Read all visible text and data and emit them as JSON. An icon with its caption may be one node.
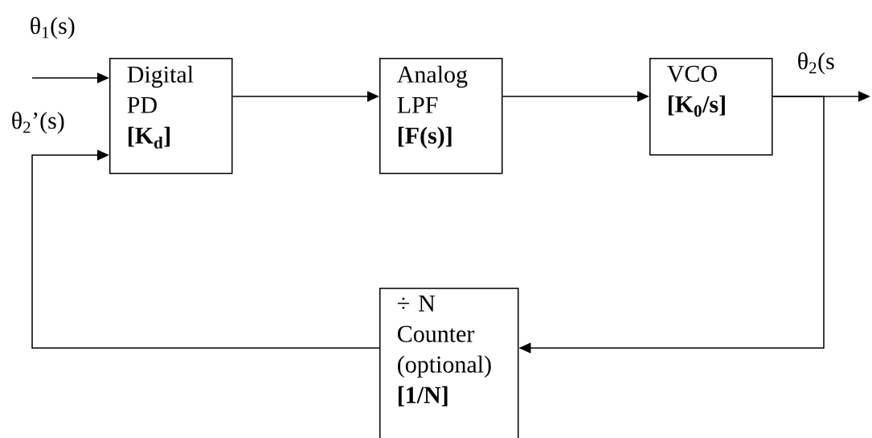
{
  "diagram": {
    "nodes": [
      {
        "text": [
          "Digital PD",
          "[K$_{d}$]"
        ]
      },
      {
        "text": [
          "Analog LPF",
          "[F(s)]"
        ]
      },
      {
        "text": [
          "VCO",
          "[K$_{0}$/s]"
        ]
      },
      {
        "text": [
          "÷ N Counter (optional)",
          "[1/N]"
        ]
      }
    ],
    "edges": [
      {
        "from": null,
        "to": 0,
        "arrow": "to",
        "label": "θ$_{1}$(s)"
      },
      {
        "from": 0,
        "to": 1,
        "arrow": "to"
      },
      {
        "from": 1,
        "to": 2,
        "arrow": "to"
      },
      {
        "from": 2,
        "to": null,
        "arrow": "to",
        "label": "θ$_{2}$(s"
      },
      {
        "from": 2,
        "to": 3,
        "arrow": "to"
      },
      {
        "from": 3,
        "to": 0,
        "arrow": "to",
        "label": "θ$_{2}$’(s)"
      }
    ]
  }
}
